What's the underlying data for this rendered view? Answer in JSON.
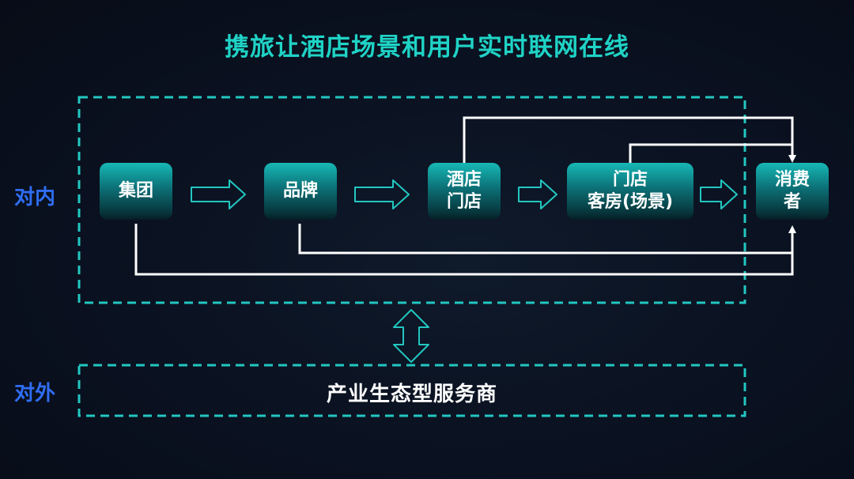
{
  "title": "携旅让酒店场景和用户实时联网在线",
  "labels": {
    "internal": "对内",
    "external": "对外"
  },
  "nodes": {
    "group": [
      "集团"
    ],
    "brand": [
      "品牌"
    ],
    "hotel": [
      "酒店",
      "门店"
    ],
    "room": [
      "门店",
      "客房(场景)"
    ],
    "consumer": [
      "消费",
      "者"
    ]
  },
  "ecosystem": "产业生态型服务商",
  "colors": {
    "accent": "#1fd3c6",
    "label": "#2f6df2",
    "line": "#ffffff"
  }
}
